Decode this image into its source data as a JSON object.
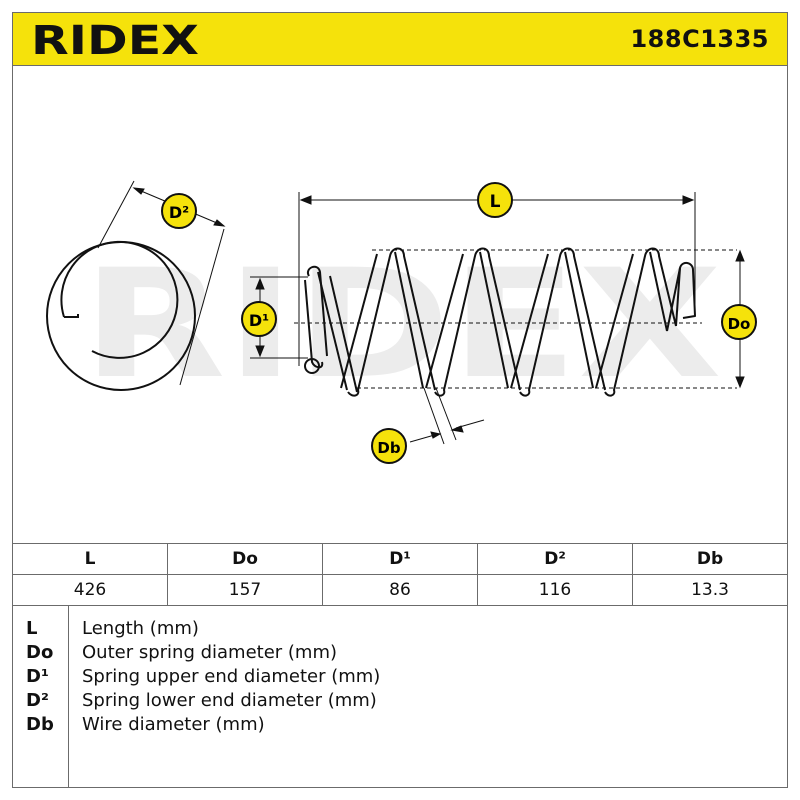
{
  "header": {
    "brand": "RIDEX",
    "part_number": "188C1335"
  },
  "colors": {
    "brand_yellow": "#f5e20b",
    "ink": "#111111",
    "watermark": "#ececec",
    "border": "#6b6b6b"
  },
  "diagram": {
    "labels": {
      "d2": "D²",
      "l": "L",
      "d1": "D¹",
      "do": "Do",
      "db": "Db"
    },
    "watermark": "RIDEX"
  },
  "table": {
    "headers": [
      "L",
      "Do",
      "D¹",
      "D²",
      "Db"
    ],
    "values": [
      "426",
      "157",
      "86",
      "116",
      "13.3"
    ]
  },
  "legend": [
    {
      "key": "L",
      "desc": "Length (mm)"
    },
    {
      "key": "Do",
      "desc": "Outer spring diameter (mm)"
    },
    {
      "key": "D¹",
      "desc": "Spring upper end diameter (mm)"
    },
    {
      "key": "D²",
      "desc": "Spring lower end diameter (mm)"
    },
    {
      "key": "Db",
      "desc": "Wire diameter (mm)"
    }
  ]
}
